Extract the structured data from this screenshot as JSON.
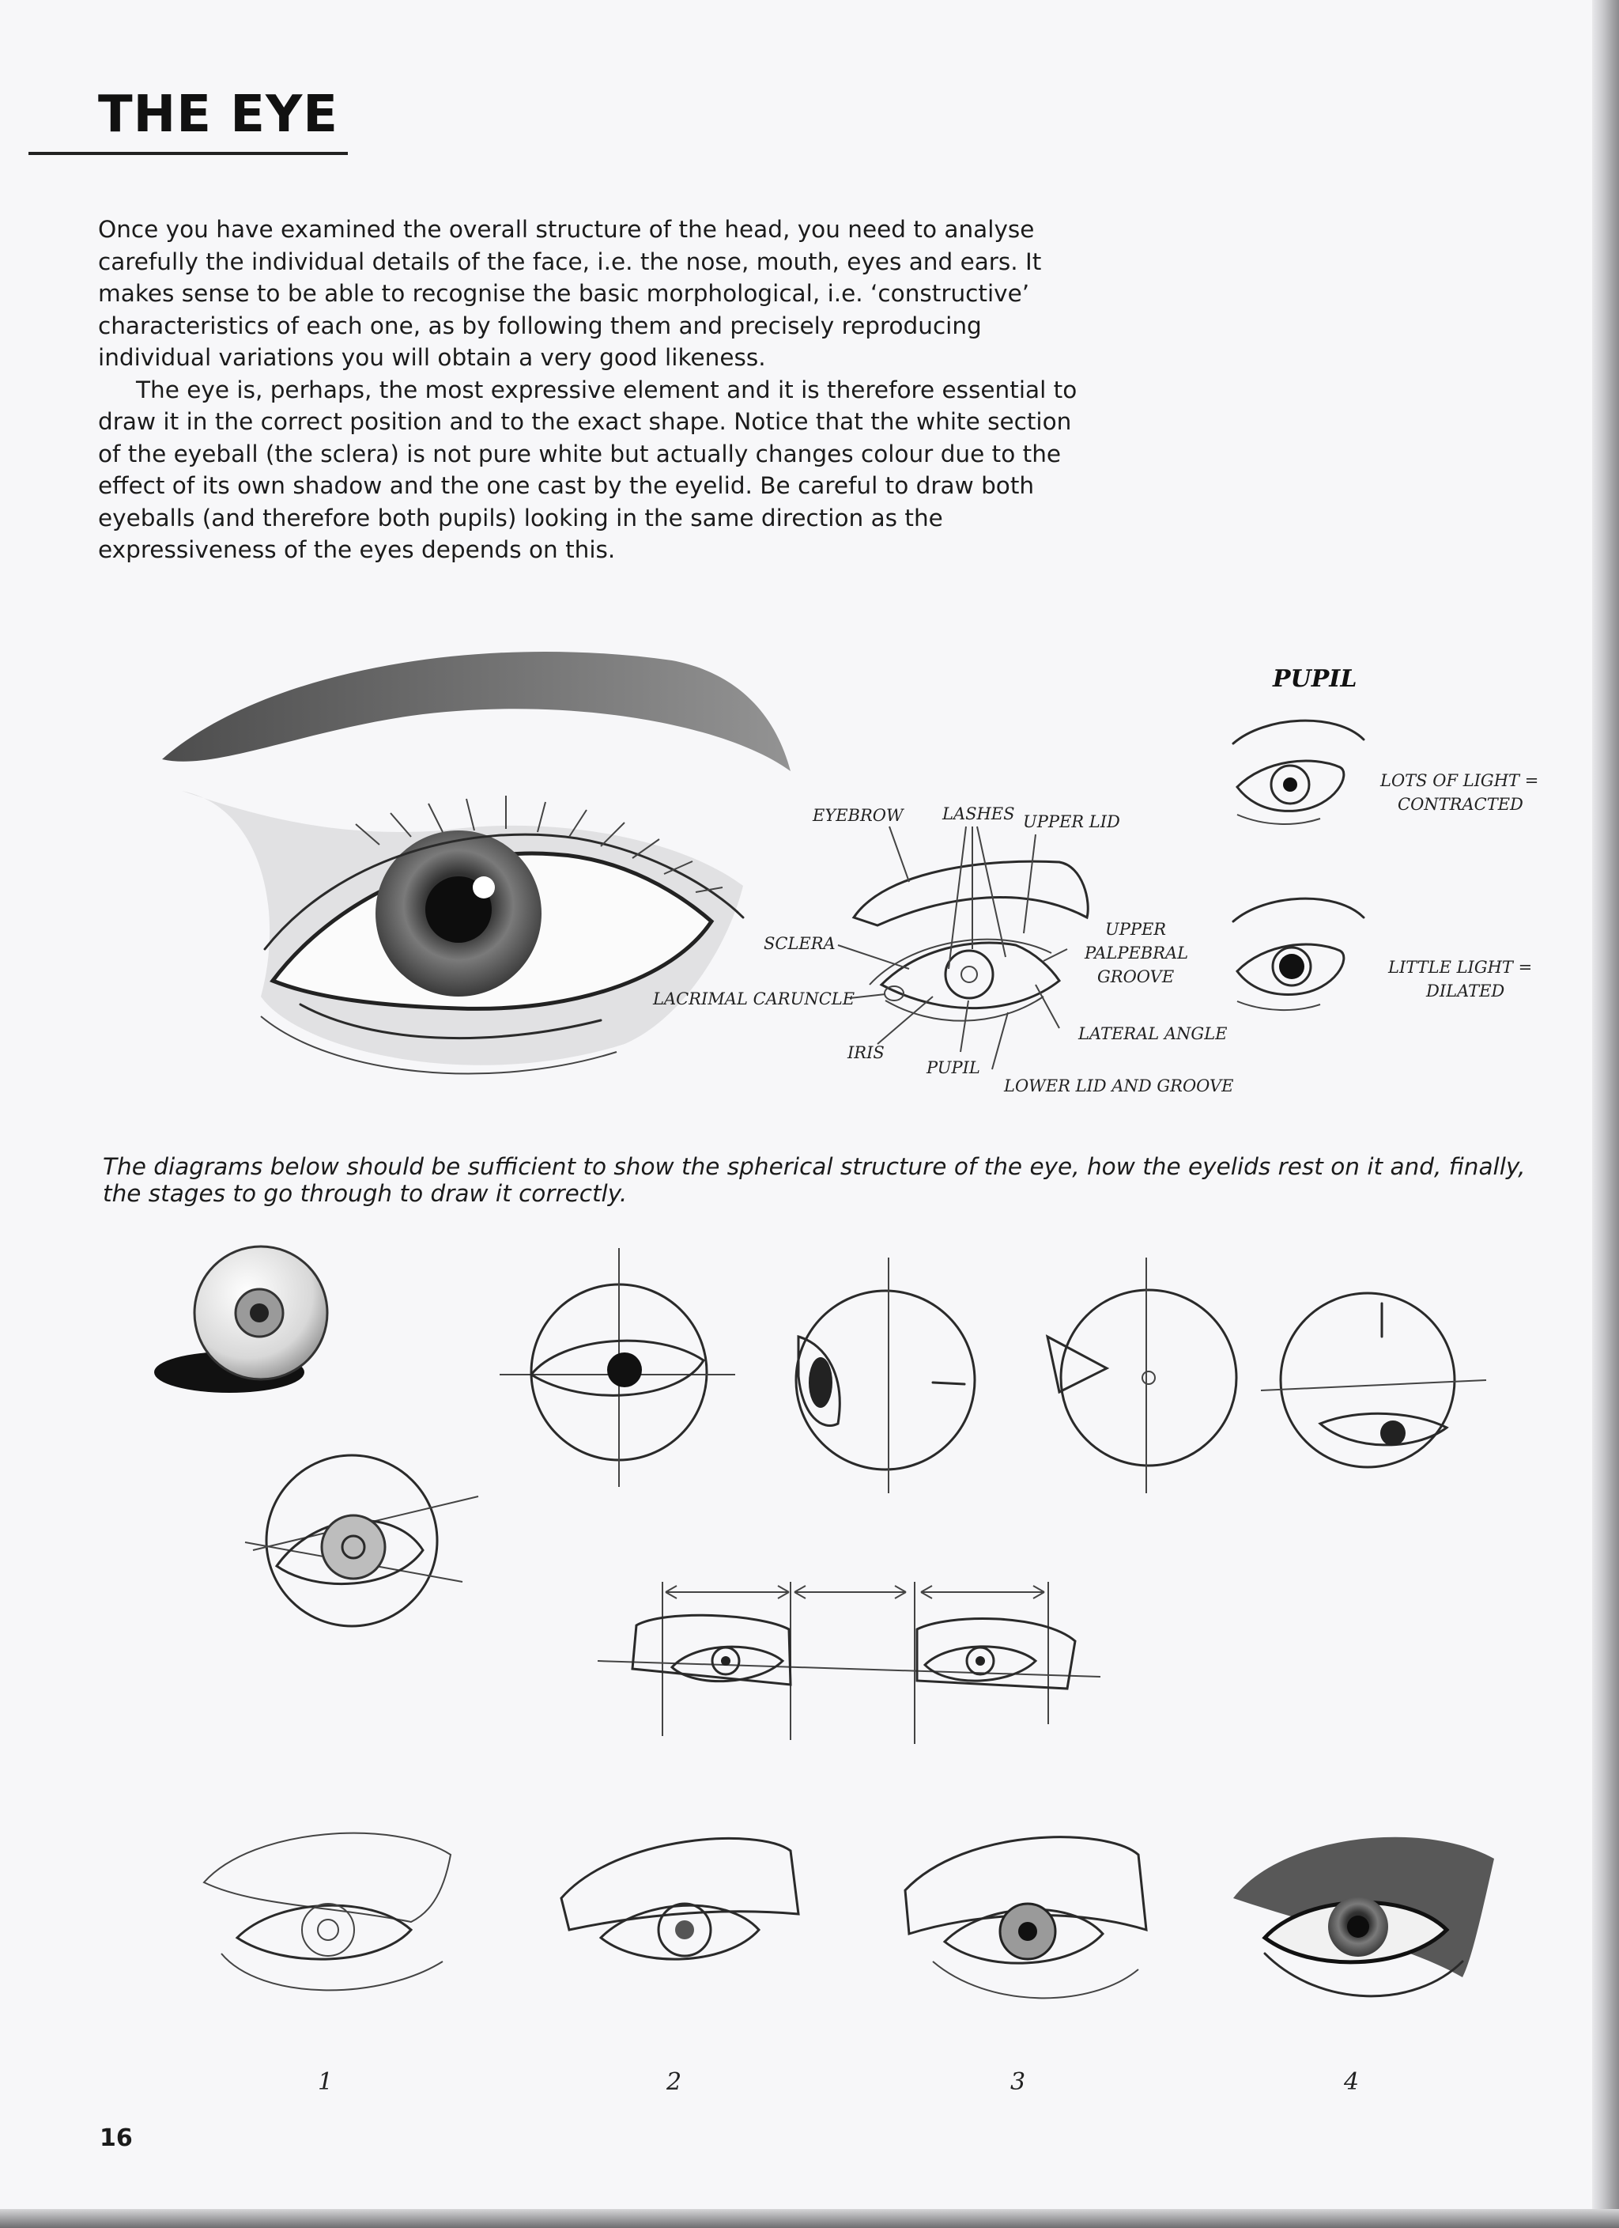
{
  "page": {
    "title": "THE EYE",
    "page_number": "16"
  },
  "intro": {
    "paragraph_1": "Once you have examined the overall structure of the head, you need to analyse carefully the individual details of the face, i.e. the nose, mouth, eyes and ears. It makes sense to be able to recognise the basic morphological, i.e. ‘constructive’ characteristics of each one, as by following them and precisely reproducing individual variations you will obtain a very good likeness.",
    "paragraph_2": "The eye is, perhaps, the most expressive element and it is therefore essential to draw it in the correct position and to the exact shape. Notice that the white section of the eyeball (the sclera) is not pure white but actually changes colour due to the effect of its own shadow and the one cast by the eyelid. Be careful to draw both eyeballs (and therefore both pupils) looking in the same direction as the expressiveness of the eyes depends on this."
  },
  "anatomy_labels": {
    "eyebrow": "EYEBROW",
    "lashes": "LASHES",
    "upper_lid": "UPPER LID",
    "upper_palpebral_groove_1": "UPPER",
    "upper_palpebral_groove_2": "PALPEBRAL",
    "upper_palpebral_groove_3": "GROOVE",
    "sclera": "SCLERA",
    "lacrimal_caruncle": "LACRIMAL CARUNCLE",
    "lateral_angle": "LATERAL ANGLE",
    "iris": "IRIS",
    "pupil": "PUPIL",
    "lower_lid_and_groove": "LOWER LID AND GROOVE"
  },
  "pupil_section": {
    "heading": "PUPIL",
    "contracted_1": "LOTS OF LIGHT =",
    "contracted_2": "CONTRACTED",
    "dilated_1": "LITTLE LIGHT =",
    "dilated_2": "DILATED"
  },
  "caption": "The diagrams below should be sufficient to show the spherical structure of the eye, how the eyelids rest on it and, finally, the stages to go through to draw it correctly.",
  "stages": [
    "1",
    "2",
    "3",
    "4"
  ],
  "colors": {
    "paper": "#f7f7f9",
    "ink": "#1b1b1b",
    "pencil": "#2a2a2a"
  }
}
